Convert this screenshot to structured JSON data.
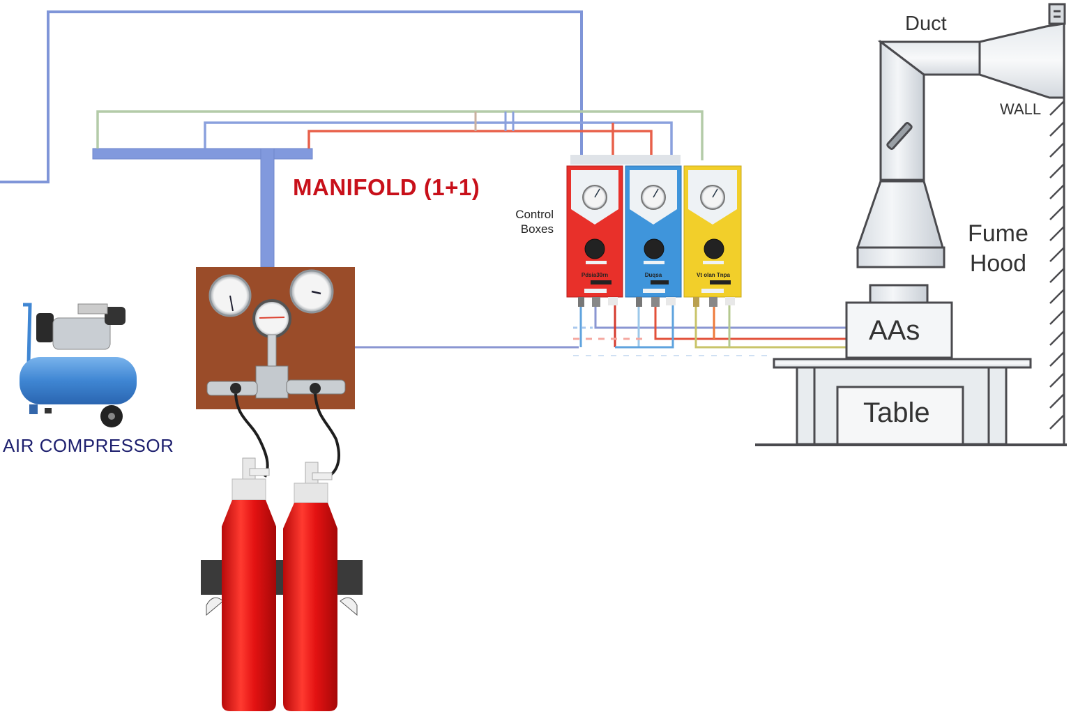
{
  "diagram": {
    "title": "Gas supply layout with manifold, control boxes and fume hood",
    "labels": {
      "manifold": "MANIFOLD (1+1)",
      "control_boxes_line1": "Control",
      "control_boxes_line2": "Boxes",
      "duct": "Duct",
      "wall": "WALL",
      "fume_hood_line1": "Fume",
      "fume_hood_line2": "Hood",
      "instrument": "AAs",
      "table": "Table",
      "air_compressor": "AIR COMPRESSOR"
    },
    "components": [
      {
        "id": "air-compressor",
        "name": "Air Compressor",
        "color": "#4a8fd8"
      },
      {
        "id": "manifold-panel",
        "name": "Manifold regulator panel",
        "gauges": 3
      },
      {
        "id": "gas-cylinders",
        "name": "Gas cylinders",
        "count": 2,
        "color": "#e01515"
      },
      {
        "id": "control-box-red",
        "name": "Control box 1",
        "color": "#e8302a",
        "label_text": "Pdsia30rn"
      },
      {
        "id": "control-box-blue",
        "name": "Control box 2",
        "color": "#3f95db",
        "label_text": "Duqsa"
      },
      {
        "id": "control-box-yellow",
        "name": "Control box 3",
        "color": "#f2cf2a",
        "label_text": "Vt olan Tnpa"
      },
      {
        "id": "aas",
        "name": "AAs instrument"
      },
      {
        "id": "table",
        "name": "Table"
      },
      {
        "id": "fume-hood",
        "name": "Fume hood with duct to wall"
      }
    ],
    "line_colors": {
      "air": "#7f95d8",
      "fuel": "#e8604a",
      "oxidant": "#b4cba8",
      "blue_feed": "#5fa3de",
      "yellow_feed": "#c9c46a"
    },
    "connections": [
      {
        "from": "Air Compressor",
        "to": "Control box 1",
        "color_key": "air"
      },
      {
        "from": "Manifold",
        "to": "Control box 1",
        "color_key": "fuel"
      },
      {
        "from": "Manifold",
        "to": "Control box 2",
        "color_key": "air"
      },
      {
        "from": "Manifold",
        "to": "Control box 3",
        "color_key": "oxidant"
      },
      {
        "from": "Control boxes",
        "to": "AAs",
        "color_key": "air"
      },
      {
        "from": "Control boxes",
        "to": "AAs",
        "color_key": "fuel"
      },
      {
        "from": "Control boxes",
        "to": "AAs",
        "color_key": "yellow_feed"
      }
    ]
  }
}
